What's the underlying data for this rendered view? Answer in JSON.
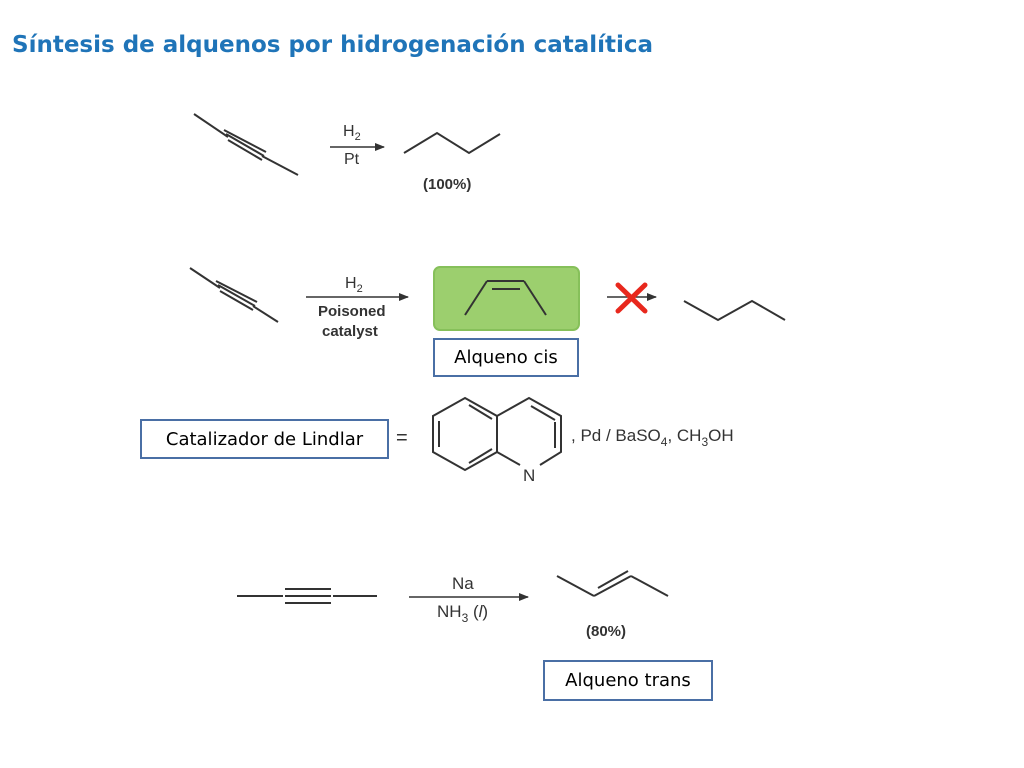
{
  "slide": {
    "title": "Síntesis de alquenos por hidrogenación catalítica"
  },
  "reaction1": {
    "reagent_top": "H",
    "reagent_top_sub": "2",
    "reagent_bottom": "Pt",
    "yield": "(100%)"
  },
  "reaction2": {
    "reagent_top": "H",
    "reagent_top_sub": "2",
    "reagent_line1": "Poisoned",
    "reagent_line2": "catalyst",
    "product_label": "Alqueno cis",
    "highlight_color": "#9ccf6e"
  },
  "lindlar": {
    "label": "Catalizador de Lindlar",
    "equals": "=",
    "ring_atom": "N",
    "formula_prefix": ", Pd / BaSO",
    "formula_sub1": "4",
    "formula_mid": ", CH",
    "formula_sub2": "3",
    "formula_end": "OH"
  },
  "reaction3": {
    "reagent_top": "Na",
    "reagent_bottom": "NH",
    "reagent_bottom_sub": "3",
    "reagent_bottom_paren": " (",
    "reagent_bottom_italic": "l",
    "reagent_bottom_close": ")",
    "yield": "(80%)",
    "product_label": "Alqueno trans"
  },
  "colors": {
    "title": "#1f74b8",
    "box_border": "#4a6fa5",
    "cross": "#e8281d",
    "bonds": "#333333"
  }
}
